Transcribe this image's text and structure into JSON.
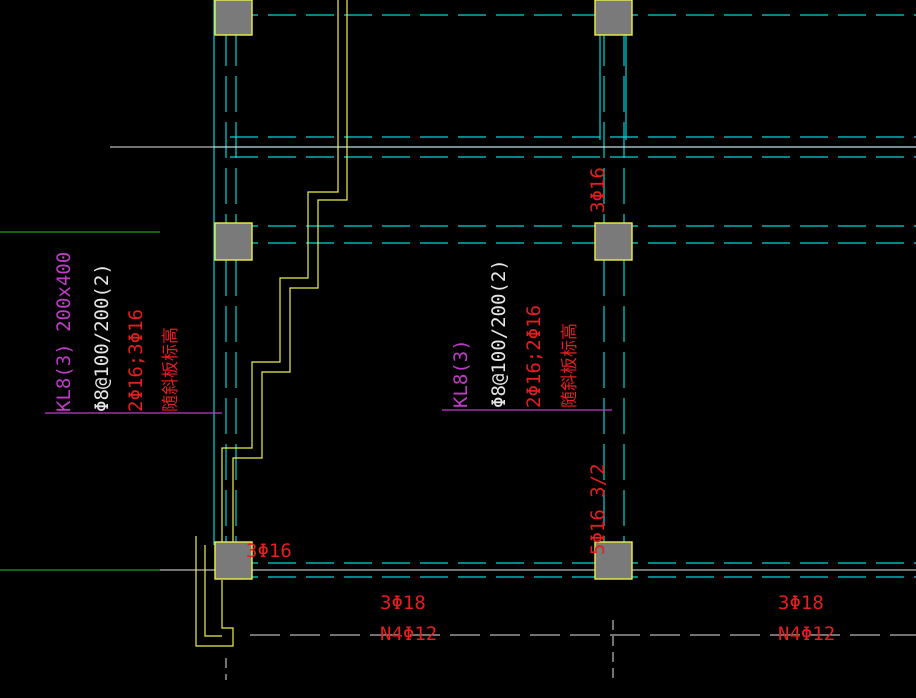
{
  "colors": {
    "background": "#000000",
    "axis_cyan": "#00d7d7",
    "beam_white": "#e6e6e6",
    "stair_yellow": "#f0f04a",
    "column_fill": "#7a7a7a",
    "column_edge": "#f0f04a",
    "label_magenta": "#c03cc8",
    "label_white": "#e6e6e6",
    "label_red": "#e61e1e",
    "leader_green": "#1ec81e"
  },
  "labels": {
    "kl8_left_name": "KL8(3) 200x400",
    "kl8_left_stirrup": "Φ8@100/200(2)",
    "kl8_left_bars": "2Φ16;3Φ16",
    "kl8_left_note": "随斜板标高",
    "kl8_mid_name": "KL8(3)",
    "kl8_mid_stirrup": "Φ8@100/200(2)",
    "kl8_mid_bars": "2Φ16;2Φ16",
    "kl8_mid_note": "随斜板标高",
    "top_right_bars": "3Φ16",
    "left_bottom_bars": "3Φ16",
    "mid_bottom_bars": "5Φ16 3/2",
    "bottom_mid_main": "3Φ18",
    "bottom_mid_waist": "N4Φ12",
    "bottom_right_main": "3Φ18",
    "bottom_right_waist": "N4Φ12"
  }
}
